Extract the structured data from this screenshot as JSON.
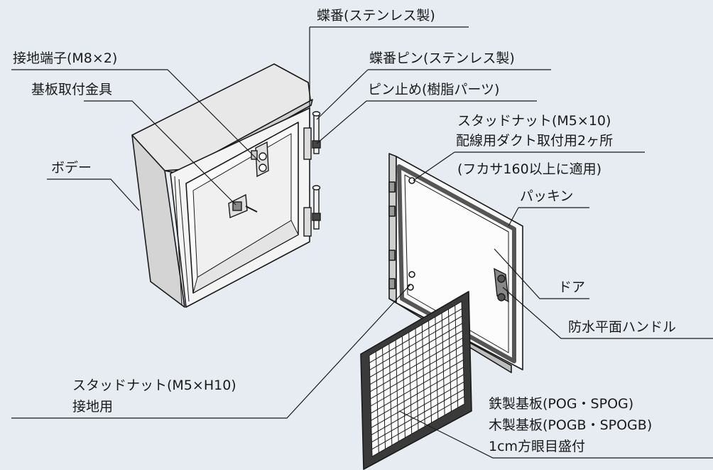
{
  "labels": {
    "hinge": "蝶番(ステンレス製)",
    "ground_terminal": "接地端子(M8×2)",
    "hinge_pin": "蝶番ピン(ステンレス製)",
    "board_bracket": "基板取付金具",
    "pin_stopper": "ピン止め(樹脂パーツ)",
    "stud_nut_duct": "スタッドナット(M5×10)",
    "duct_mount": "配線用ダクト取付用2ヶ所",
    "duct_condition": "(フカサ160以上に適用)",
    "body": "ボデー",
    "packing": "パッキン",
    "door": "ドア",
    "waterproof_handle": "防水平面ハンドル",
    "stud_nut_ground": "スタッドナット(M5×H10)",
    "ground_use": "接地用",
    "steel_board": "鉄製基板(POG・SPOG)",
    "wood_board": "木製基板(POGB・SPOGB)",
    "grid_scale": "1cm方眼目盛付"
  },
  "colors": {
    "background": "#e6ecf2",
    "outline": "#1a1a1a",
    "body_front": "#f4f4f4",
    "body_side": "#d4d4d4",
    "body_top": "#e8e8e8",
    "interior": "#fafafa",
    "gasket": "#555555",
    "board_frame": "#3a3a3a",
    "leader_line": "#1a1a1a"
  }
}
